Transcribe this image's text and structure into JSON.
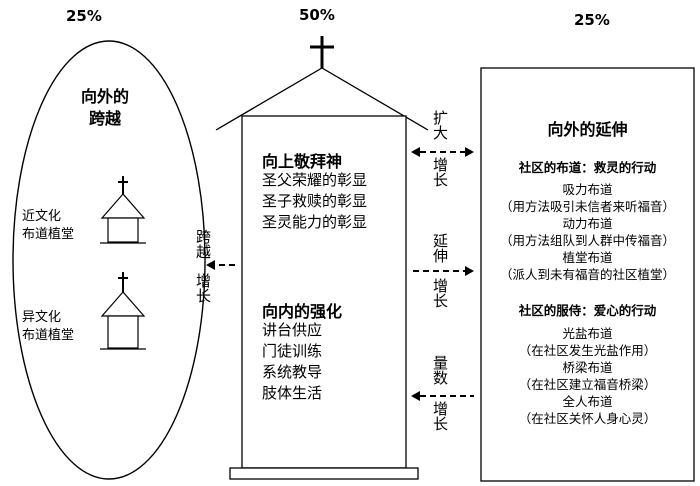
{
  "percentages": {
    "left": "25%",
    "center": "50%",
    "right": "25%"
  },
  "left": {
    "title_line1": "向外的",
    "title_line2": "跨越",
    "church1_label_line1": "近文化",
    "church1_label_line2": "布道植堂",
    "church2_label_line1": "异文化",
    "church2_label_line2": "布道植堂"
  },
  "center": {
    "upward_title": "向上敬拜神",
    "upward_items": [
      "圣父荣耀的彰显",
      "圣子救赎的彰显",
      "圣灵能力的彰显"
    ],
    "inward_title": "向内的强化",
    "inward_items": [
      "讲台供应",
      "门徒训练",
      "系统教导",
      "肢体生活"
    ]
  },
  "arrows": {
    "left_1": "跨越",
    "left_2": "增长",
    "right_top_1": "扩大",
    "right_top_2": "增长",
    "right_mid_1": "延伸",
    "right_mid_2": "增长",
    "right_bot_1": "量数",
    "right_bot_2": "增长"
  },
  "right": {
    "title": "向外的延伸",
    "section1_title": "社区的布道：救灵的行动",
    "section1_items": [
      "吸力布道",
      "（用方法吸引未信者来听福音）",
      "动力布道",
      "（用方法组队到人群中传福音）",
      "植堂布道",
      "（派人到未有福音的社区植堂）"
    ],
    "section2_title": "社区的服侍：爱心的行动",
    "section2_items": [
      "光盐布道",
      "（在社区发生光盐作用）",
      "桥梁布道",
      "（在社区建立福音桥梁）",
      "全人布道",
      "（在社区关怀人身心灵）"
    ]
  }
}
